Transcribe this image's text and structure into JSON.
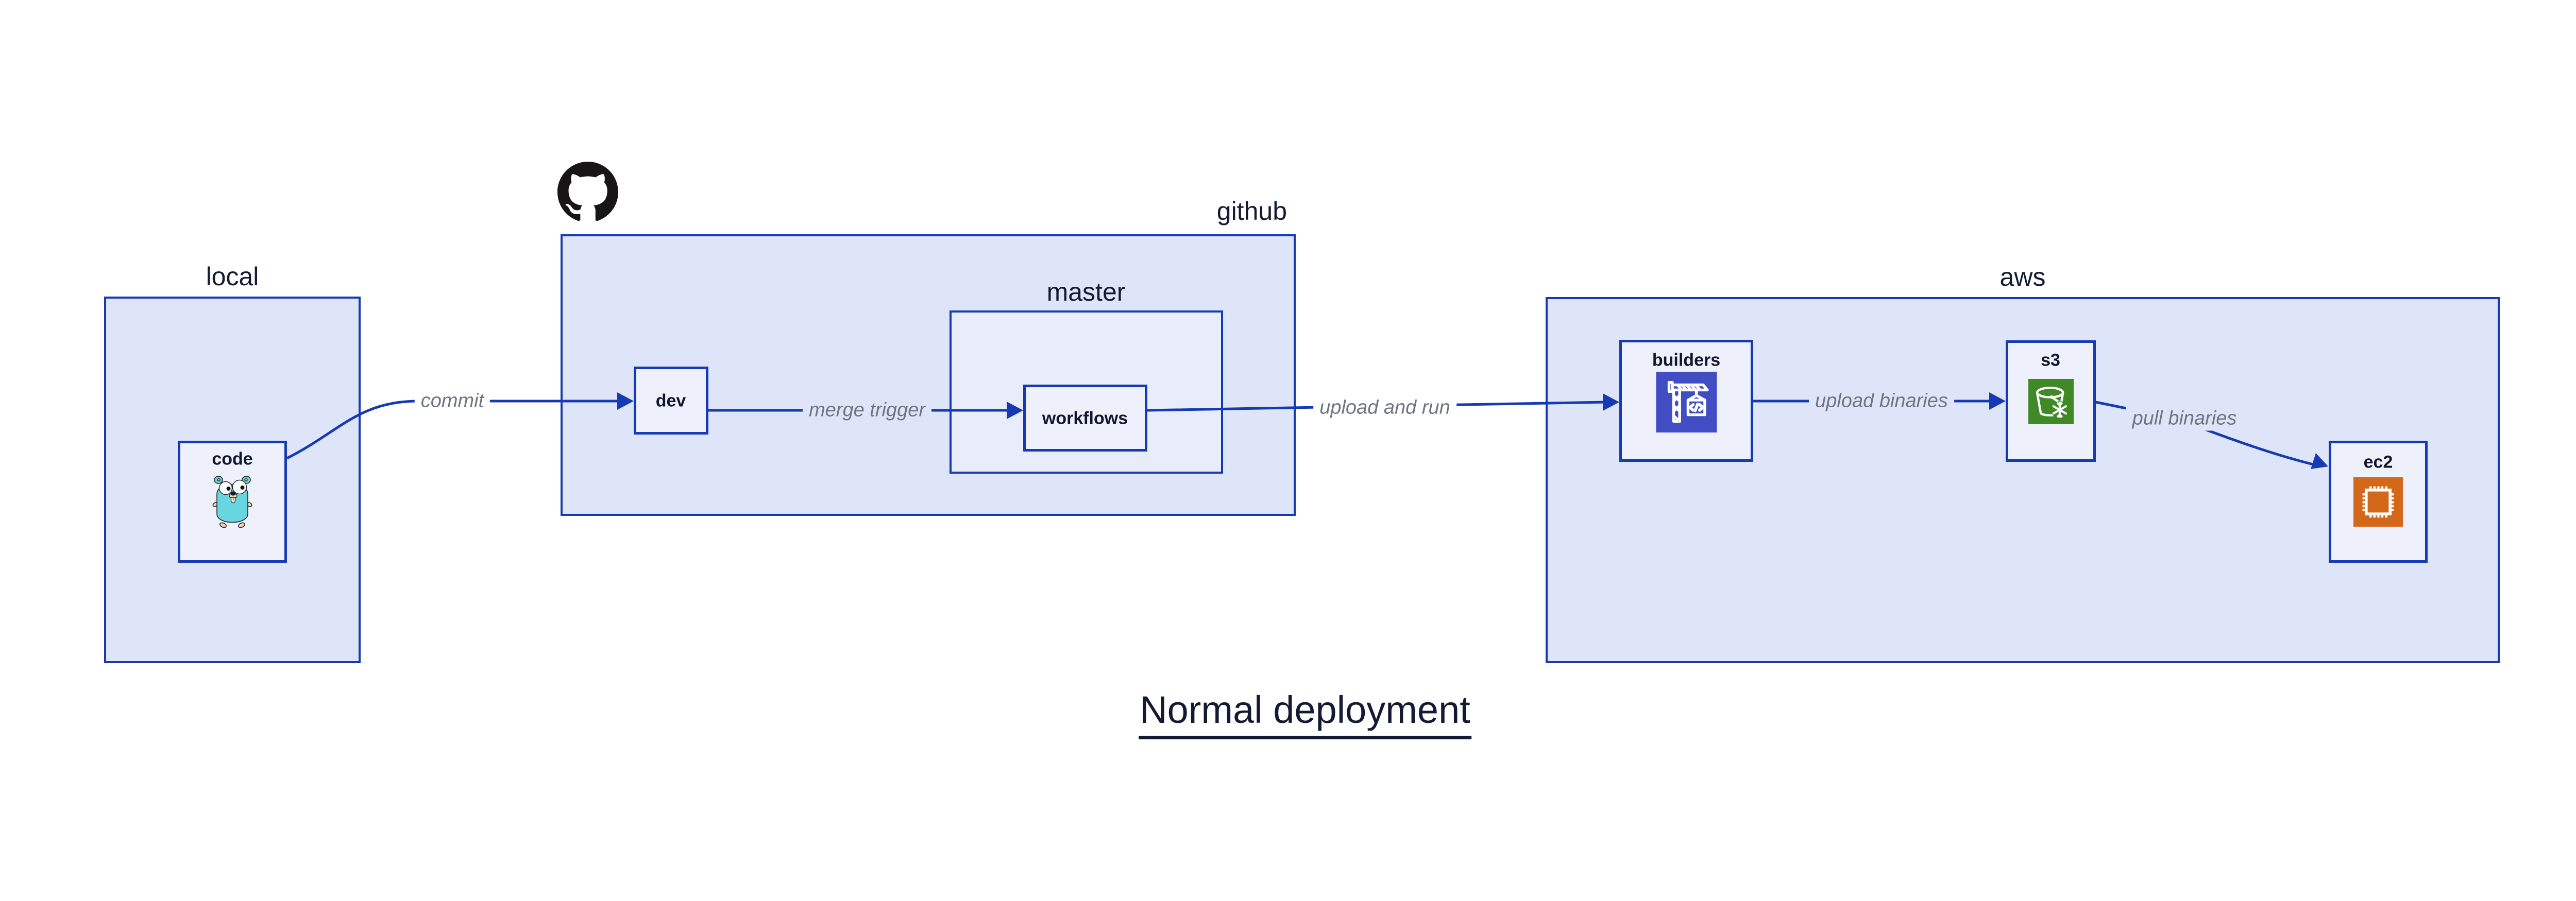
{
  "title": "Normal deployment",
  "groups": {
    "local": {
      "label": "local"
    },
    "github": {
      "label": "github"
    },
    "master": {
      "label": "master"
    },
    "aws": {
      "label": "aws"
    }
  },
  "nodes": {
    "code": {
      "label": "code",
      "icon": "go-gopher-icon"
    },
    "dev": {
      "label": "dev"
    },
    "workflows": {
      "label": "workflows"
    },
    "builders": {
      "label": "builders",
      "icon": "codebuild-crane-icon"
    },
    "s3": {
      "label": "s3",
      "icon": "s3-bucket-icon"
    },
    "ec2": {
      "label": "ec2",
      "icon": "ec2-chip-icon"
    }
  },
  "edges": {
    "commit": {
      "label": "commit"
    },
    "merge_trigger": {
      "label": "merge trigger"
    },
    "upload_and_run": {
      "label": "upload and run"
    },
    "upload_binaries": {
      "label": "upload binaries"
    },
    "pull_binaries": {
      "label": "pull binaries"
    }
  },
  "icons": {
    "github_logo": "github-octocat-logo"
  },
  "colors": {
    "canvas_bg": "#ffffff",
    "group_fill": "#dfe5f8",
    "inner_group_fill": "#e9edfb",
    "node_fill": "#eef1fc",
    "border_and_arrow_blue": "#153ab3",
    "dark_label": "#131b33",
    "edge_label_gray": "#6e7480",
    "builders_icon_bg": "#424dc4",
    "s3_icon_bg": "#3f8a26",
    "ec2_icon_bg": "#d4681a",
    "github_logo_black": "#171515",
    "gopher_body": "#67d6e0"
  }
}
